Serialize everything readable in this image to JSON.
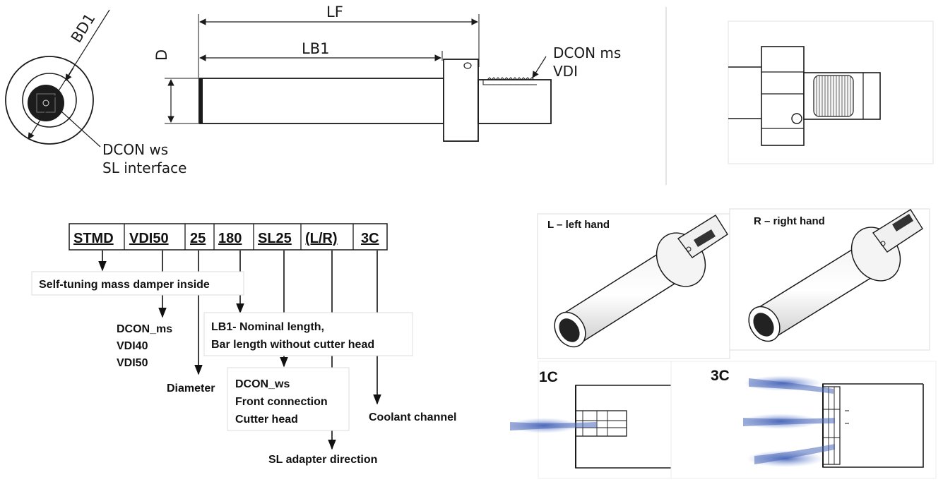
{
  "drawing": {
    "bd1": "BD1",
    "lf": "LF",
    "lb1": "LB1",
    "d": "D",
    "dcon_ms_line1": "DCON ms",
    "dcon_ms_line2": "VDI",
    "dcon_ws_line1": "DCON ws",
    "dcon_ws_line2": "SL interface"
  },
  "designation": {
    "codes": [
      "STMD",
      "VDI50",
      "25",
      "180",
      "SL25",
      "(L/R)",
      "3C"
    ],
    "notes": {
      "stmd": "Self-tuning mass damper inside",
      "vdi_1": "DCON_ms",
      "vdi_2": "VDI40",
      "vdi_3": "VDI50",
      "diameter": "Diameter",
      "lb1_1": "LB1- Nominal length,",
      "lb1_2": "Bar length without cutter head",
      "sl_1": "DCON_ws",
      "sl_2": "Front connection",
      "sl_3": "Cutter head",
      "direction": "SL adapter direction",
      "coolant": "Coolant channel"
    }
  },
  "views": {
    "left_hand": "L – left hand",
    "right_hand": "R – right hand",
    "coolant_1c": "1C",
    "coolant_3c": "3C"
  },
  "colors": {
    "line": "#1a1a1a",
    "coolant_spray": "#4a68b8",
    "face_dark": "#1c1c1c"
  }
}
